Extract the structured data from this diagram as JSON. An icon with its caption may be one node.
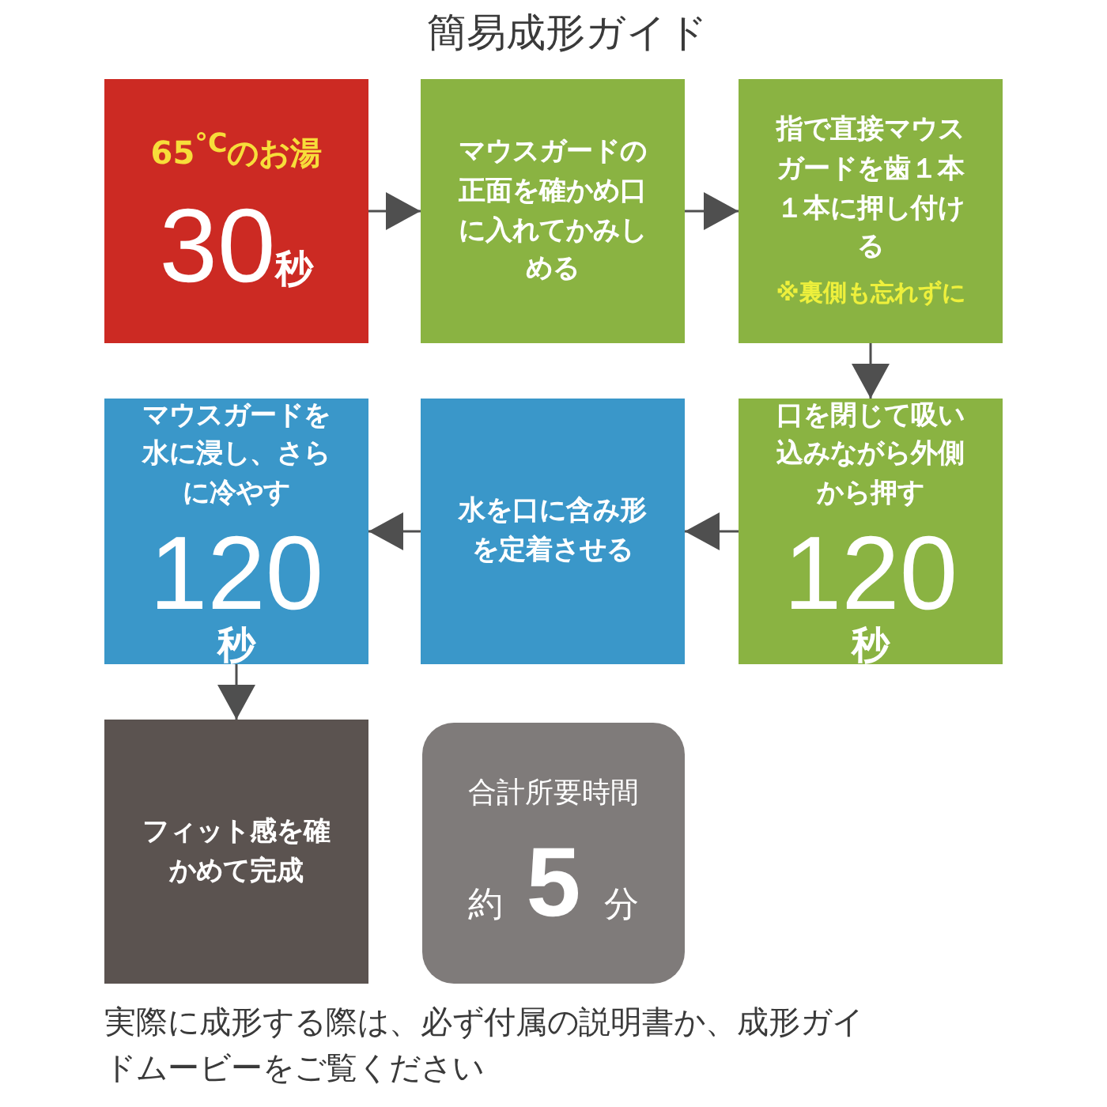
{
  "diagram": {
    "title": "簡易成形ガイド",
    "nodes": [
      {
        "text": [
          "65$^{°C}$のお湯",
          "30秒"
        ]
      },
      {
        "text": [
          "マウスガードの正面を確かめ口に入れてかみしめる"
        ]
      },
      {
        "text": [
          "指で直接マウスガードを歯１本１本に押し付ける",
          "※裏側も忘れずに"
        ]
      },
      {
        "text": [
          "口を閉じて吸い込みながら外側から押す",
          "120秒"
        ]
      },
      {
        "text": [
          "水を口に含み形を定着させる"
        ]
      },
      {
        "text": [
          "マウスガードを水に浸し、さらに冷やす",
          "120秒"
        ]
      },
      {
        "text": [
          "フィット感を確かめて完成"
        ]
      },
      {
        "text": [
          "合計所要時間",
          "約 5 分"
        ]
      }
    ],
    "edges": [
      {
        "from": 0,
        "to": 1,
        "arrow": "to"
      },
      {
        "from": 1,
        "to": 2,
        "arrow": "to"
      },
      {
        "from": 2,
        "to": 3,
        "arrow": "to"
      },
      {
        "from": 3,
        "to": 4,
        "arrow": "to"
      },
      {
        "from": 4,
        "to": 5,
        "arrow": "to"
      },
      {
        "from": 5,
        "to": 6,
        "arrow": "to"
      }
    ],
    "labels": [
      "実際に成形する際は、必ず付属の説明書か、成形ガイドムービーをご覧ください"
    ]
  }
}
